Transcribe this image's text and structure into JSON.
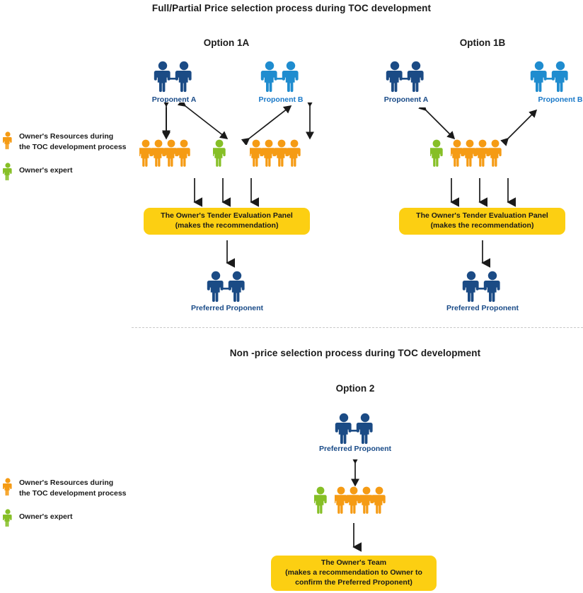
{
  "diagram": {
    "title_top": "Full/Partial Price selection process during TOC development",
    "title_bottom": "Non -price selection process during TOC development",
    "colors": {
      "proponent_a": "#1b4b85",
      "proponent_b": "#1f8ccf",
      "owner_resource": "#f59b14",
      "owner_expert": "#86bf26",
      "panel_box": "#fccf12",
      "arrow": "#1a1a1a",
      "divider": "#c9c9c9"
    }
  },
  "legend": {
    "items": [
      {
        "icon": "person-icon-orange",
        "color_key": "owner_resource",
        "label": "Owner's Resources  during\nthe TOC development  process"
      },
      {
        "icon": "person-icon-green",
        "color_key": "owner_expert",
        "label": "Owner's expert"
      }
    ]
  },
  "option_1a": {
    "title": "Option 1A",
    "proponent_a_label": "Proponent A",
    "proponent_b_label": "Proponent B",
    "resources_left_count": 4,
    "expert_count": 1,
    "resources_right_count": 4,
    "panel_line1": "The Owner's Tender Evaluation Panel",
    "panel_line2": "(makes the recommendation)",
    "outcome_label": "Preferred Proponent"
  },
  "option_1b": {
    "title": "Option 1B",
    "proponent_a_label": "Proponent A",
    "proponent_b_label": "Proponent B",
    "expert_count": 1,
    "resources_count": 4,
    "panel_line1": "The Owner's Tender Evaluation Panel",
    "panel_line2": "(makes the recommendation)",
    "outcome_label": "Preferred Proponent"
  },
  "option_2": {
    "title": "Option 2",
    "proponent_label": "Preferred Proponent",
    "expert_count": 1,
    "resources_count": 4,
    "panel_line1": "The Owner's Team",
    "panel_line2": "(makes a recommendation to Owner to",
    "panel_line3": "confirm the Preferred Proponent)"
  }
}
